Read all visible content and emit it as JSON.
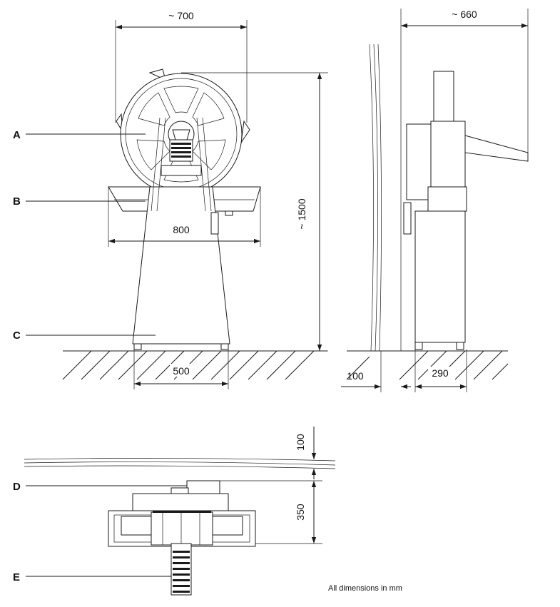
{
  "labels": {
    "a": "A",
    "b": "B",
    "c": "C",
    "d": "D",
    "e": "E"
  },
  "dimensions": {
    "front_width_top": "~ 700",
    "front_tray_width": "800",
    "front_base_width": "500",
    "front_height": "~ 1500",
    "side_depth_top": "~ 660",
    "side_wall_gap": "100",
    "side_base_depth": "290",
    "plan_wall_gap": "100",
    "plan_depth": "350"
  },
  "note": "All dimensions in mm",
  "colors": {
    "ink": "#1a1a1a",
    "background": "#ffffff"
  }
}
